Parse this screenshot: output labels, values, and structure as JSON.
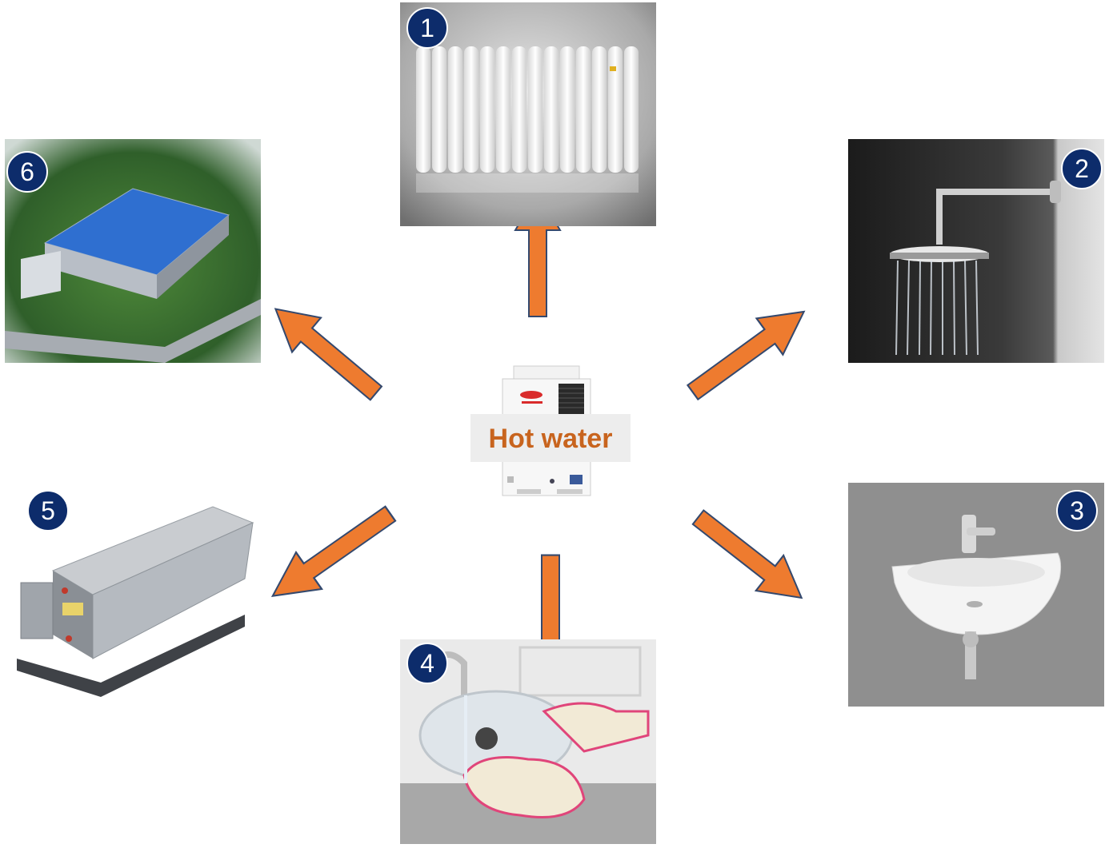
{
  "center": {
    "label": "Hot water",
    "icon": "heat-pump-unit-icon"
  },
  "applications": [
    {
      "number": "1",
      "icon": "radiator-icon"
    },
    {
      "number": "2",
      "icon": "shower-icon"
    },
    {
      "number": "3",
      "icon": "wash-basin-icon"
    },
    {
      "number": "4",
      "icon": "dish-washing-icon"
    },
    {
      "number": "5",
      "icon": "fan-coil-unit-icon"
    },
    {
      "number": "6",
      "icon": "factory-building-icon"
    }
  ],
  "colors": {
    "arrow_fill": "#ee7b2f",
    "arrow_stroke": "#34496e",
    "badge": "#0d2c6b",
    "label_text": "#c8641e"
  }
}
